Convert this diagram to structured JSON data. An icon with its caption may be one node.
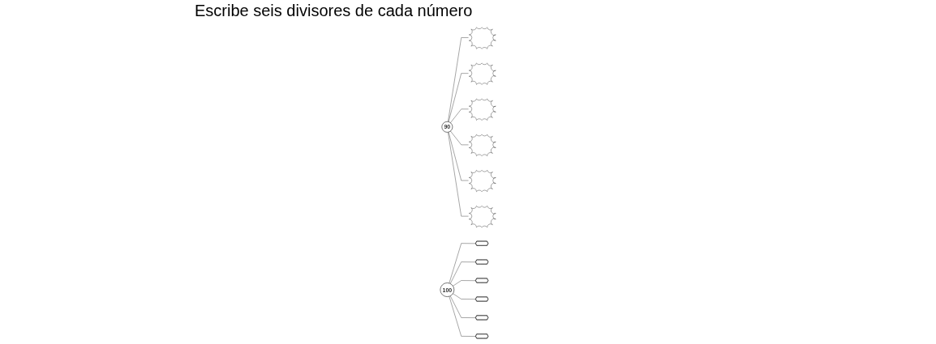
{
  "diagram": {
    "title": "Escribe seis divisores de cada número",
    "nodes": [
      {
        "text": [
          "90"
        ]
      },
      {
        "text": [],
        "shape": "burst"
      },
      {
        "text": [],
        "shape": "burst"
      },
      {
        "text": [],
        "shape": "burst"
      },
      {
        "text": [],
        "shape": "burst"
      },
      {
        "text": [],
        "shape": "burst"
      },
      {
        "text": [],
        "shape": "burst"
      },
      {
        "text": [
          "100"
        ]
      },
      {
        "text": [],
        "shape": "star"
      },
      {
        "text": [],
        "shape": "star"
      },
      {
        "text": [],
        "shape": "star"
      },
      {
        "text": [],
        "shape": "star"
      },
      {
        "text": [],
        "shape": "star"
      },
      {
        "text": [],
        "shape": "star"
      }
    ],
    "edges": [
      {
        "from": 0,
        "to": 1,
        "arrow": "none"
      },
      {
        "from": 0,
        "to": 2,
        "arrow": "none"
      },
      {
        "from": 0,
        "to": 3,
        "arrow": "none"
      },
      {
        "from": 0,
        "to": 4,
        "arrow": "none"
      },
      {
        "from": 0,
        "to": 5,
        "arrow": "none"
      },
      {
        "from": 0,
        "to": 6,
        "arrow": "none"
      },
      {
        "from": 7,
        "to": 8,
        "arrow": "none"
      },
      {
        "from": 7,
        "to": 9,
        "arrow": "none"
      },
      {
        "from": 7,
        "to": 10,
        "arrow": "none"
      },
      {
        "from": 7,
        "to": 11,
        "arrow": "none"
      },
      {
        "from": 7,
        "to": 12,
        "arrow": "none"
      },
      {
        "from": 7,
        "to": 13,
        "arrow": "none"
      }
    ]
  }
}
